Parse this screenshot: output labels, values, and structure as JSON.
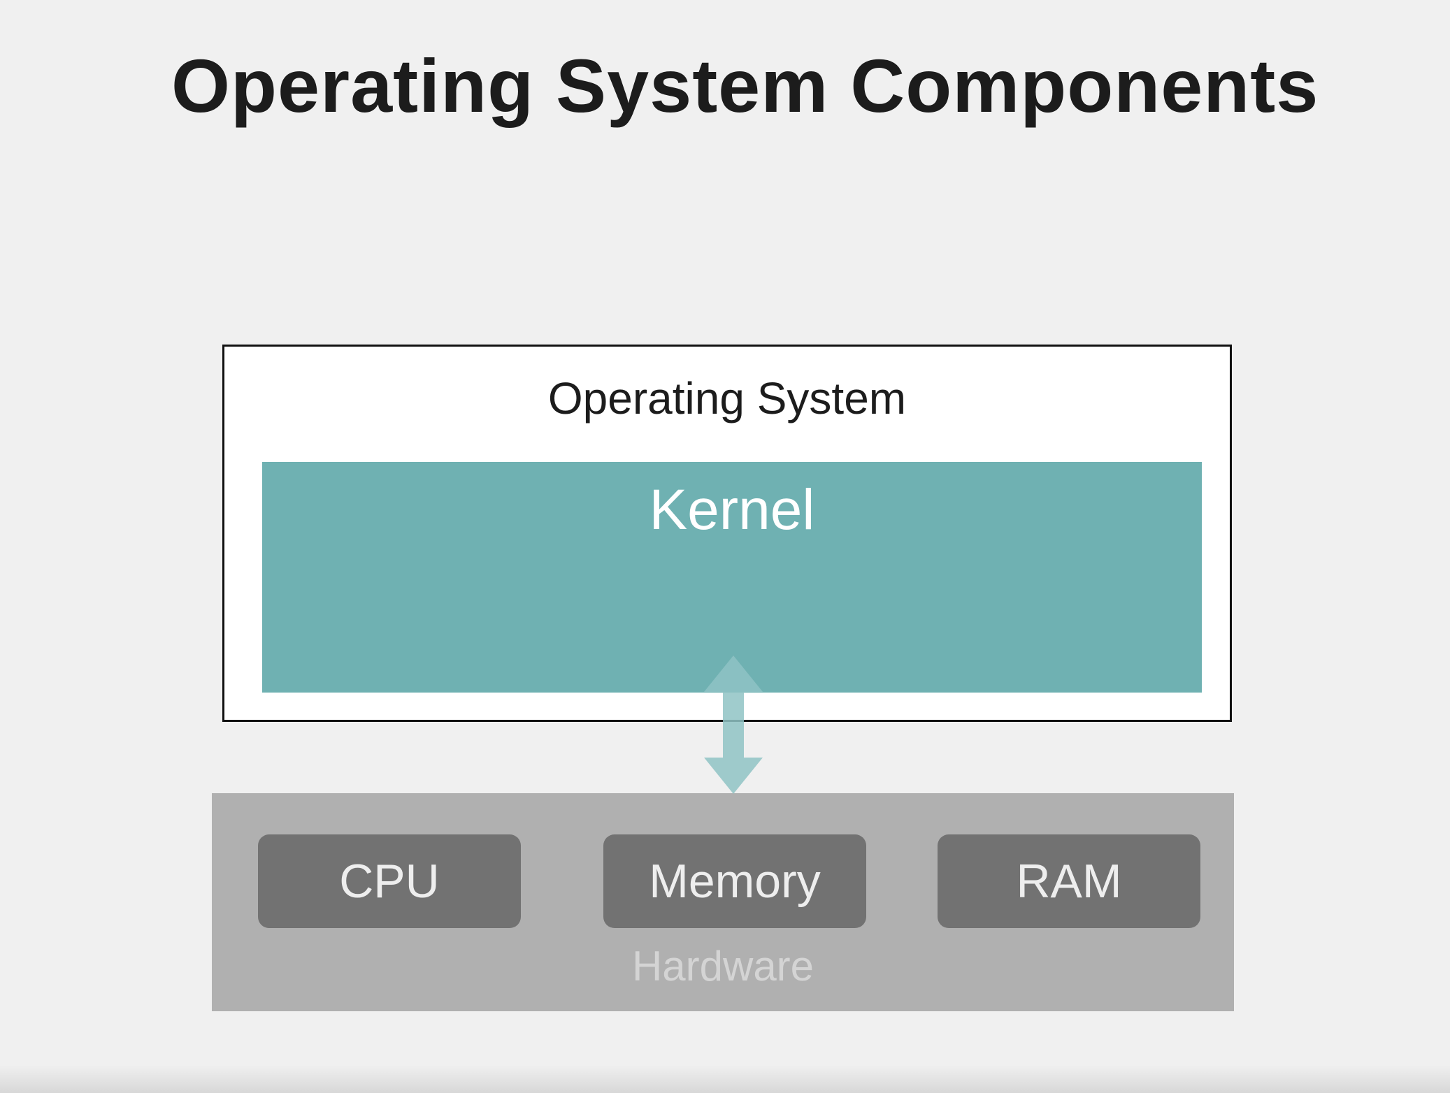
{
  "title": "Operating System Components",
  "os": {
    "label": "Operating System",
    "kernel_label": "Kernel"
  },
  "hardware": {
    "label": "Hardware",
    "items": [
      {
        "label": "CPU"
      },
      {
        "label": "Memory"
      },
      {
        "label": "RAM"
      }
    ]
  },
  "colors": {
    "kernel": "#6fb1b2",
    "arrow": "#8fc3c4",
    "hardware_panel": "#b0b0b0",
    "hardware_item": "#727272"
  }
}
